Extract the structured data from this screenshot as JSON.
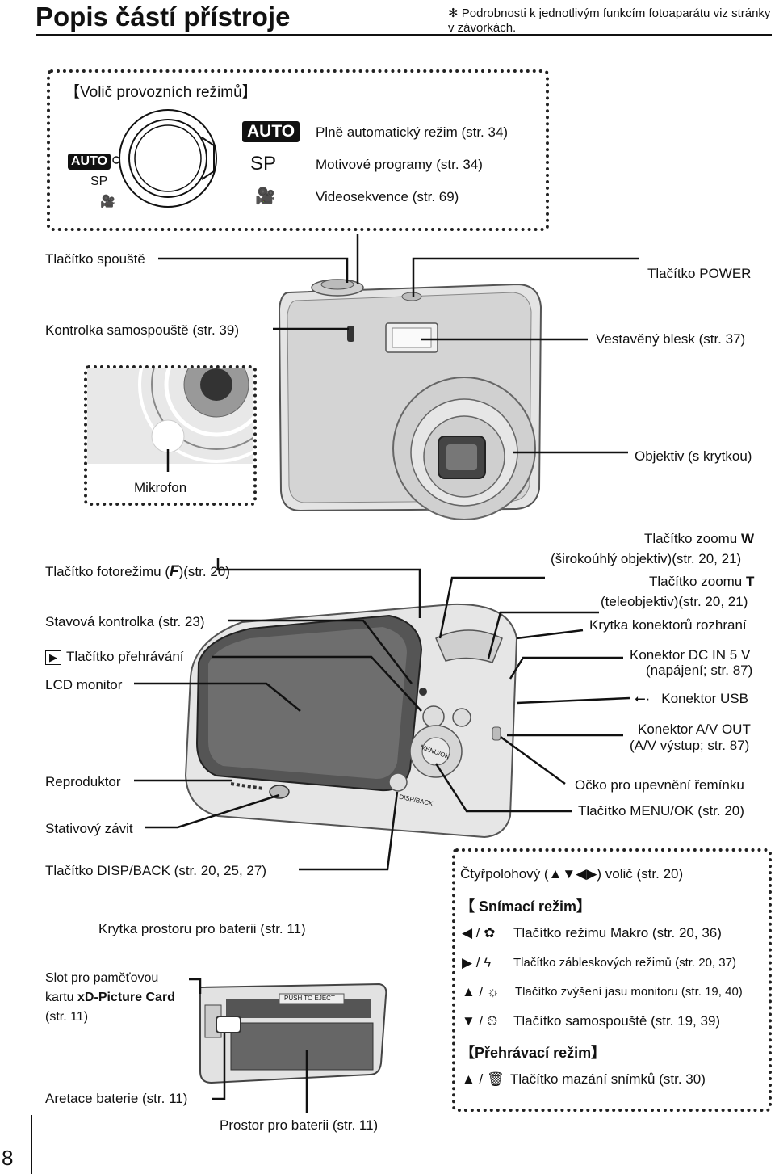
{
  "header": {
    "title": "Popis částí přístroje",
    "note": "✻ Podrobnosti k jednotlivým funkcím fotoaparátu viz stránky v závorkách."
  },
  "mode_dial": {
    "heading": "【Volič provozních režimů】",
    "dial_labels": [
      "AUTO",
      "SP",
      "🎥"
    ],
    "rows": [
      {
        "icon": "AUTO",
        "text": "Plně automatický režim (str. 34)"
      },
      {
        "icon": "SP",
        "text": "Motivové programy (str. 34)"
      },
      {
        "icon": "🎥",
        "text": "Videosekvence (str. 69)"
      }
    ]
  },
  "front_labels": {
    "shutter": "Tlačítko spouště",
    "power": "Tlačítko POWER",
    "self_timer_lamp": "Kontrolka samospouště (str. 39)",
    "flash": "Vestavěný blesk (str. 37)",
    "lens": "Objektiv (s krytkou)",
    "microphone": "Mikrofon"
  },
  "back_labels": {
    "photo_mode": "Tlačítko fotorežimu (",
    "photo_mode_suffix": ")(str. 20)",
    "status_lamp": "Stavová kontrolka (str. 23)",
    "playback": "Tlačítko přehrávání",
    "lcd": "LCD monitor",
    "speaker": "Reproduktor",
    "tripod": "Stativový závit",
    "disp_back": "Tlačítko DISP/BACK (str. 20, 25, 27)",
    "battery_cover": "Krytka prostoru pro baterii (str. 11)",
    "zoom_w_1": "Tlačítko zoomu",
    "zoom_w_key": "W",
    "zoom_w_2": "(širokoúhlý objektiv)(str. 20, 21)",
    "zoom_t_1": "Tlačítko zoomu",
    "zoom_t_key": "T",
    "zoom_t_2": "(teleobjektiv)(str. 20, 21)",
    "connector_cover": "Krytka konektorů rozhraní",
    "dc_in_1": "Konektor DC IN 5 V",
    "dc_in_2": "(napájení; str. 87)",
    "usb": "Konektor USB",
    "av_out_1": "Konektor A/V OUT",
    "av_out_2": "(A/V výstup; str. 87)",
    "strap": "Očko pro upevnění řemínku",
    "menu_ok": "Tlačítko MENU/OK (str. 20)"
  },
  "battery_labels": {
    "card_slot_1": "Slot pro paměťovou",
    "card_slot_2a": "kartu",
    "card_slot_2b": "xD-Picture Card",
    "card_slot_3": "(str. 11)",
    "battery_latch": "Aretace baterie (str. 11)",
    "battery_compartment": "Prostor pro baterii (str. 11)",
    "push_to_eject": "PUSH TO EJECT"
  },
  "selector_box": {
    "intro": "Čtyřpolohový (▲▼◀▶) volič (str. 20)",
    "shooting_heading": "【 Snímací režim】",
    "shooting_items": [
      {
        "keys": "◀ / ✿",
        "text": "Tlačítko režimu Makro (str. 20, 36)"
      },
      {
        "keys": "▶ / ϟ",
        "text": "Tlačítko zábleskových režimů (str. 20, 37)"
      },
      {
        "keys": "▲ / ☼",
        "text": "Tlačítko zvýšení jasu monitoru (str. 19, 40)"
      },
      {
        "keys": "▼ / ⏲",
        "text": "Tlačítko samospouště (str. 19, 39)"
      }
    ],
    "playback_heading": "【Přehrávací režim】",
    "playback_items": [
      {
        "keys": "▲ / 🗑",
        "text": "Tlačítko mazání snímků (str. 30)"
      }
    ]
  },
  "camera_texts": {
    "menu_ok_btn": "MENU/OK",
    "disp_back_btn": "DISP/BACK"
  },
  "page_number": "8"
}
